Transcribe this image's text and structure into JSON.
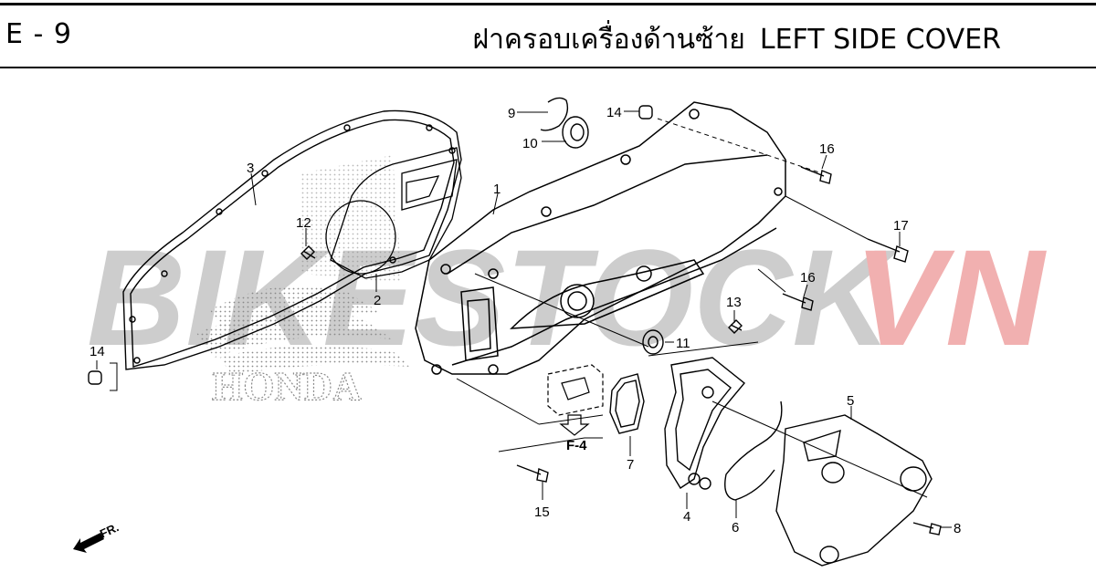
{
  "header": {
    "page_code": "E - 9",
    "title_thai": "ฝาครอบเครื่องด้านซ้าย",
    "title_en": "LEFT SIDE COVER"
  },
  "watermark": {
    "part1": "BIKESTOCK",
    "part2": "VN",
    "part1_color": "#c8c8c8",
    "part2_color": "#f0a8a8"
  },
  "logo": {
    "text": "HONDA"
  },
  "callouts": {
    "c1": "1",
    "c2": "2",
    "c3": "3",
    "c4": "4",
    "c5": "5",
    "c6": "6",
    "c7": "7",
    "c8": "8",
    "c9": "9",
    "c10": "10",
    "c11": "11",
    "c12": "12",
    "c13": "13",
    "c14a": "14",
    "c14b": "14",
    "c15": "15",
    "c16a": "16",
    "c16b": "16",
    "c17": "17"
  },
  "ref_label": "F-4",
  "direction_label": "FR."
}
